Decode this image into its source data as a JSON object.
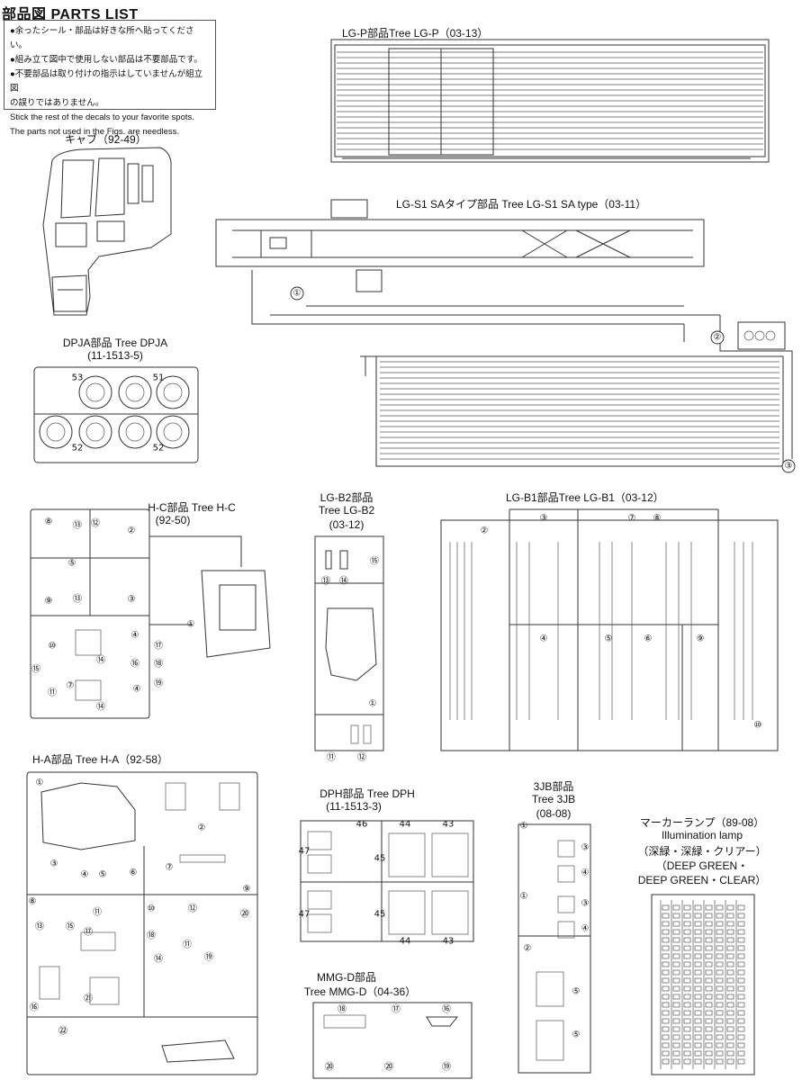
{
  "header": {
    "title": "部品図 PARTS LIST"
  },
  "notes": {
    "line1": "●余ったシール・部品は好きな所へ貼ってください。",
    "line2": "●組み立て図中で使用しない部品は不要部品です。",
    "line3": "●不要部品は取り付けの指示はしていませんが組立図",
    "line4": "の誤りではありません。",
    "line5": "Stick the rest of the decals to your favorite spots.",
    "line6": "The parts not used in the Figs. are needless."
  },
  "labels": {
    "lgp": "LG-P部品Tree LG-P（03-13）",
    "cab": "キャブ（92-49）",
    "lgs1": "LG-S1 SAタイプ部品 Tree LG-S1 SA type（03-11）",
    "dpja1": "DPJA部品 Tree DPJA",
    "dpja2": "(11-1513-5)",
    "hc1": "H-C部品 Tree H-C",
    "hc2": "(92-50)",
    "lgb2_1": "LG-B2部品",
    "lgb2_2": "Tree LG-B2",
    "lgb2_3": "(03-12)",
    "lgb1": "LG-B1部品Tree LG-B1（03-12）",
    "ha": "H-A部品 Tree H-A（92-58）",
    "dph1": "DPH部品 Tree DPH",
    "dph2": "(11-1513-3)",
    "jb1": "3JB部品",
    "jb2": "Tree 3JB",
    "jb3": "(08-08)",
    "mmg1": "MMG-D部品",
    "mmg2": "Tree MMG-D（04-36）",
    "ml1": "マーカーランプ（89-08）",
    "ml2": "Illumination lamp",
    "ml3": "（深緑・深緑・クリアー）",
    "ml4": "（DEEP GREEN・",
    "ml5": "DEEP GREEN・CLEAR）"
  },
  "callouts": {
    "lgs1": [
      "①",
      "②",
      "③"
    ],
    "dpja": [
      "53",
      "51",
      "52",
      "52"
    ],
    "hc": [
      "⑧",
      "⑬",
      "⑫",
      "②",
      "⑤",
      "⑨",
      "⑬",
      "③",
      "①",
      "⑩",
      "④",
      "⑰",
      "⑮",
      "⑭",
      "⑯",
      "⑱",
      "⑦",
      "④",
      "⑲",
      "⑪",
      "⑭"
    ],
    "lgb2": [
      "⑬",
      "⑭",
      "⑮",
      "①",
      "⑪",
      "⑫"
    ],
    "lgb1": [
      "②",
      "③",
      "⑦",
      "⑧",
      "④",
      "⑤",
      "⑥",
      "⑨",
      "⑩"
    ],
    "ha": [
      "①",
      "②",
      "③",
      "④",
      "⑤",
      "⑥",
      "⑦",
      "⑧",
      "⑪",
      "⑨",
      "⑩",
      "⑫",
      "⑬",
      "⑮",
      "⑰",
      "⑱",
      "⑪",
      "⑳",
      "⑲",
      "⑭",
      "⑯",
      "㉑",
      "㉒"
    ],
    "dph": [
      "46",
      "44",
      "43",
      "47",
      "45",
      "47",
      "45",
      "44",
      "43"
    ],
    "jb": [
      "①",
      "③",
      "④",
      "①",
      "③",
      "④",
      "②",
      "⑤",
      "⑤"
    ],
    "mmg": [
      "⑱",
      "⑰",
      "⑯",
      "⑳",
      "⑳",
      "⑲"
    ]
  }
}
